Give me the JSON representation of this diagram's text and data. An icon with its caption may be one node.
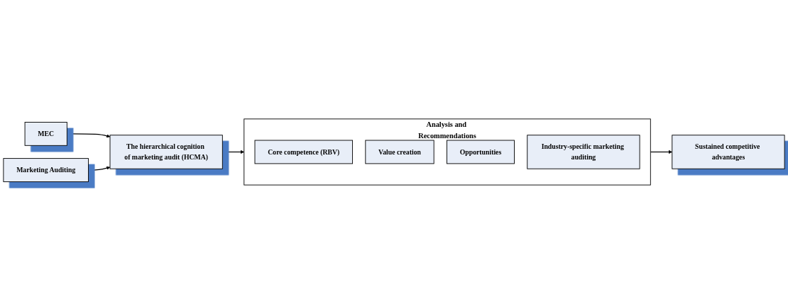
{
  "diagram": {
    "nodes": [
      {
        "text": [
          "MEC"
        ]
      },
      {
        "text": [
          "Marketing Auditing"
        ]
      },
      {
        "text": [
          "The hierarchical cognition of marketing audit (HCMA)"
        ]
      },
      {
        "text": [
          "Analysis and Recommendations"
        ]
      },
      {
        "text": [
          "Core competence (RBV)"
        ],
        "in": 3
      },
      {
        "text": [
          "Value creation"
        ],
        "in": 3
      },
      {
        "text": [
          "Opportunities"
        ],
        "in": 3
      },
      {
        "text": [
          "Industry-specific marketing auditing"
        ],
        "in": 3
      },
      {
        "text": [
          "Sustained competitive advantages"
        ]
      }
    ],
    "edges": [
      {
        "from": 0,
        "to": 2,
        "arrow": "to"
      },
      {
        "from": 1,
        "to": 2,
        "arrow": "to"
      },
      {
        "from": 2,
        "to": 3,
        "arrow": "to"
      },
      {
        "from": 3,
        "to": 8,
        "arrow": "to"
      }
    ]
  }
}
